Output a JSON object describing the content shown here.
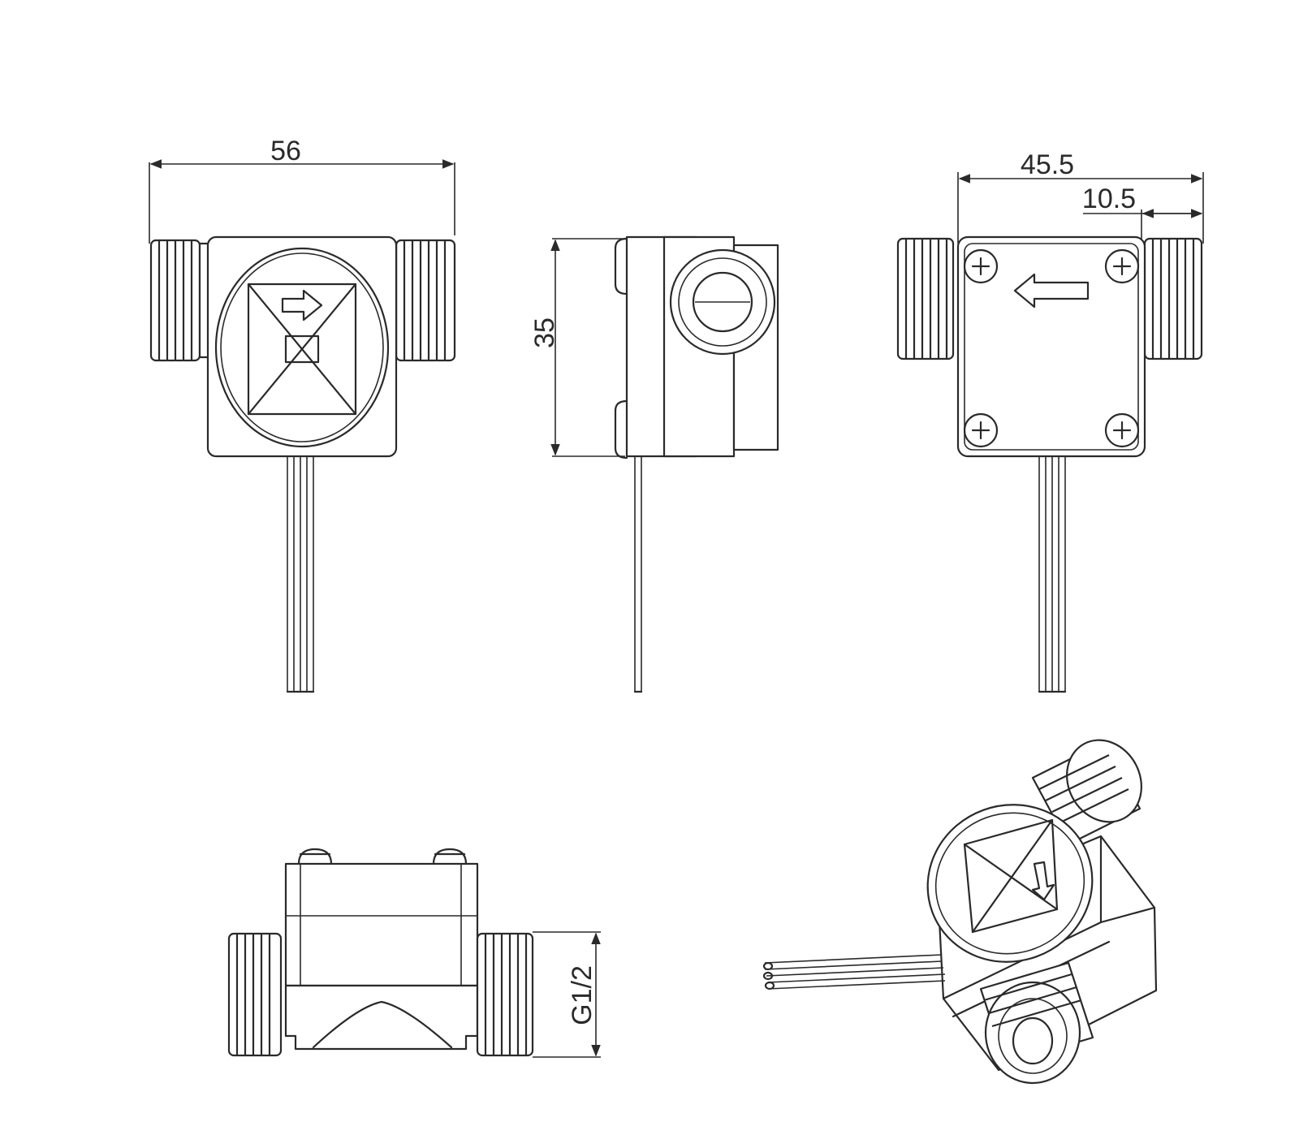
{
  "dimensions": {
    "front_width": "56",
    "side_height": "35",
    "back_width": "45.5",
    "back_offset": "10.5",
    "thread_size": "G1/2"
  }
}
